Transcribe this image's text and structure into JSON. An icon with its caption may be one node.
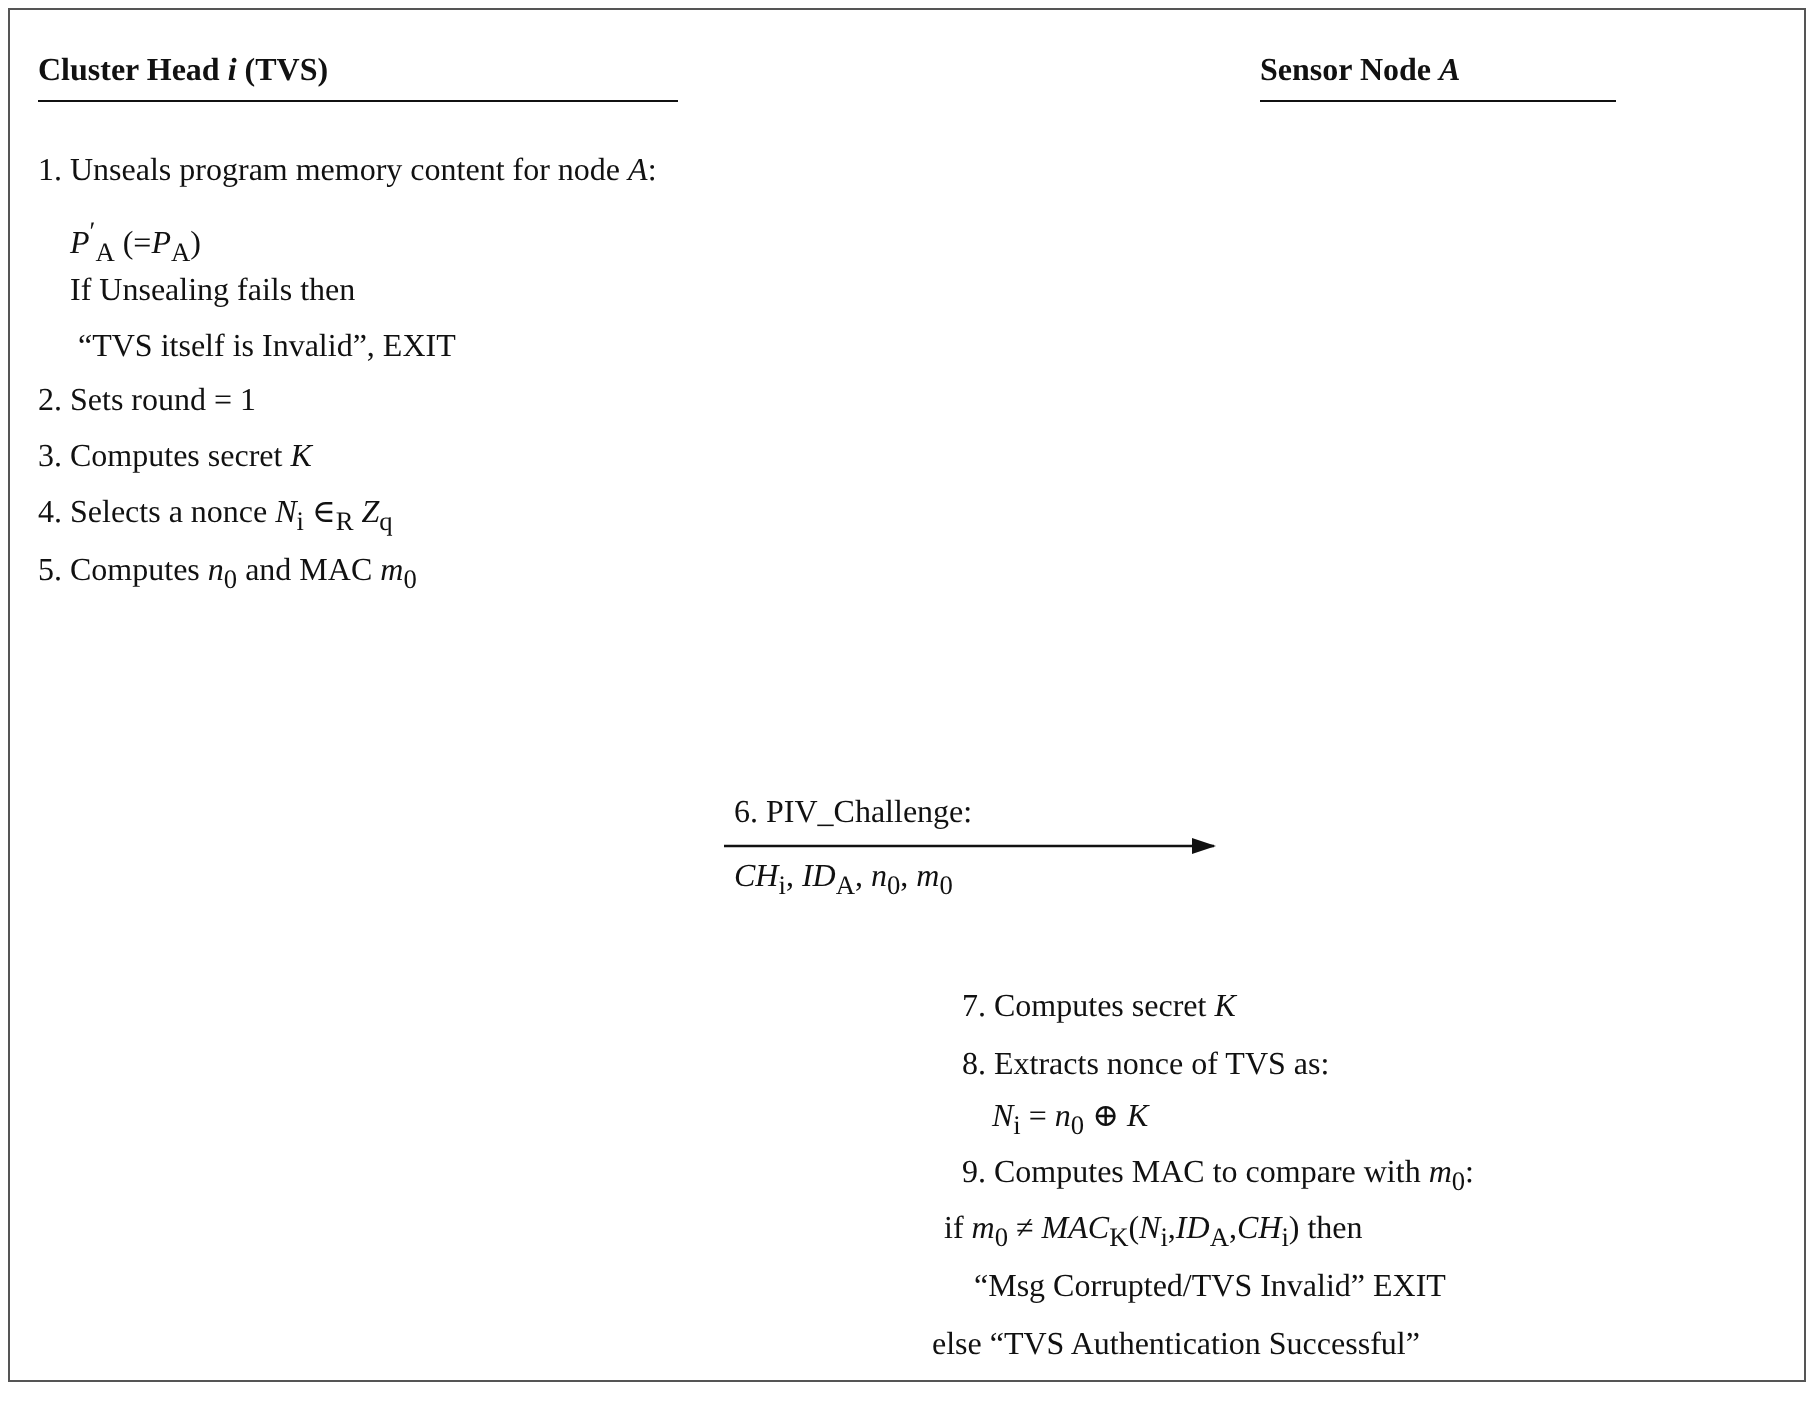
{
  "diagram": {
    "nodes": [
      {
        "text": [
          "**Cluster Head** *i* (TVS)",
          "1. Unseals program memory content for node *A*:",
          "*P*$^{′}$$_{A}$ (=*P*$_{A}$)",
          "If Unsealing fails then",
          "“TVS itself is Invalid”, EXIT",
          "2. Sets round = 1",
          "3. Computes secret *K*",
          "4. Selects a nonce *N*$_{i}$ ∈$_{R}$ *Z*$_{q}$",
          "5. Computes *n*$_{0}$ and MAC *m*$_{0}$"
        ]
      },
      {
        "text": [
          "**Sensor Node** *A*",
          "7. Computes secret *K*",
          "8. Extracts nonce of TVS as:",
          "*N*$_{i}$ = *n*$_{0}$ ⊕ *K*",
          "9. Computes MAC to compare with *m*$_{0}$:",
          "if *m*$_{0}$ ≠ *MAC*$_{K}$(*N*$_{i}$,*ID*$_{A}$,*CH*$_{i}$) then",
          "“Msg Corrupted/TVS Invalid” EXIT",
          "else “TVS Authentication Successful”"
        ]
      }
    ],
    "labels": [
      "6. PIV_Challenge:",
      "*CH*$_{i}$, *ID*$_{A}$, *n*$_{0}$, *m*$_{0}$"
    ]
  }
}
